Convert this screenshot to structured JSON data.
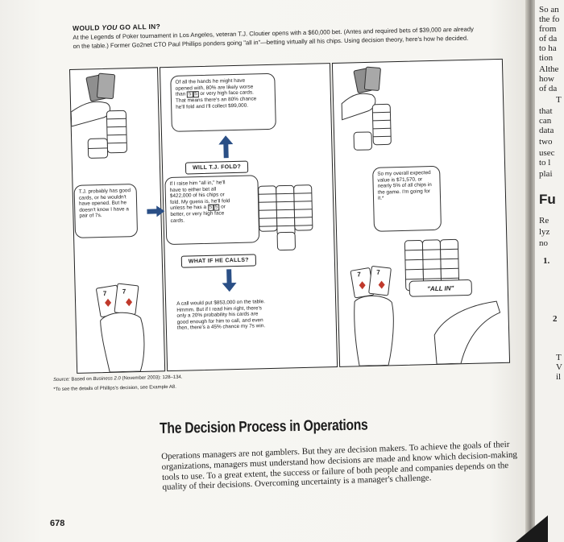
{
  "caption": {
    "title_pre": "WOULD ",
    "title_em": "YOU",
    "title_post": " GO ALL IN?",
    "body": "At the Legends of Poker tournament in Los Angeles, veteran T.J. Cloutier opens with a $60,000 bet. (Antes and required bets of $39,000 are already on the table.) Former Go2net CTO Paul Phillips ponders going \"all in\"—betting virtually all his chips. Using decision theory, here's how he decided."
  },
  "comic": {
    "thought_top": {
      "line1": "Of all the hands he might have",
      "line2": "opened with, 80% are likely worse",
      "line3_pre": "than",
      "box_a": "5",
      "box_b": "5",
      "line3_post": "or very high face cards.",
      "line4": "That means there's an 80% chance",
      "line5": "he'll fold and I'll collect $99,000."
    },
    "banner_fold": "WILL T.J. FOLD?",
    "thought_left": "T.J. probably has good cards, or he wouldn't have opened. But he doesn't know I have a pair of 7s.",
    "thought_mid": {
      "line1": "If I raise him \"all in,\" he'll",
      "line2": "have to either bet all",
      "line3": "$422,000 of his chips or",
      "line4": "fold. My guess is, he'll fold",
      "line5_pre": "unless he has a",
      "box_a": "5",
      "box_b": "5",
      "line5_post": "or",
      "line6": "better, or very high face",
      "line7": "cards."
    },
    "banner_calls": "WHAT IF HE CALLS?",
    "text_bottom": "A call would put $853,000 on the table. Hmmm. But if I read him right, there's only a 20% probability his cards are good enough for him to call, and even then, there's a 45% chance my 7s win.",
    "thought_right": "So my overall expected value is $71,570, or nearly 5% of all chips in the game. I'm going for it.*",
    "speech_all_in": "\"ALL IN\"",
    "card_rank": "7"
  },
  "source": {
    "label": "Source:",
    "text_pre": " Based on ",
    "text_em": "Business 2.0",
    "text_post": " (November 2003): 128–134.",
    "footnote": "*To see the details of Phillips's decision, see Example A8."
  },
  "section": {
    "title": "The Decision Process in Operations",
    "paragraph": "Operations managers are not gamblers. But they are decision makers. To achieve the goals of their organizations, managers must understand how decisions are made and know which decision-making tools to use. To a great extent, the success or failure of both people and companies depends on the quality of their decisions. Overcoming uncertainty is a manager's challenge."
  },
  "page_number": "678",
  "next_page_fragments": [
    "So an",
    "the fo",
    "from",
    "of da",
    "to ha",
    "tion",
    "Althe",
    "how",
    "of da",
    "T",
    "that",
    "can",
    "data",
    "two",
    "usec",
    "to l",
    "plai",
    "Fu",
    "Re",
    "lyz",
    "no",
    "1.",
    "2",
    "T",
    "V",
    "il"
  ],
  "colors": {
    "paper": "#f6f5f1",
    "arrow_blue": "#2a4f86",
    "card_red": "#c0392b",
    "ink": "#1c1c1c"
  }
}
